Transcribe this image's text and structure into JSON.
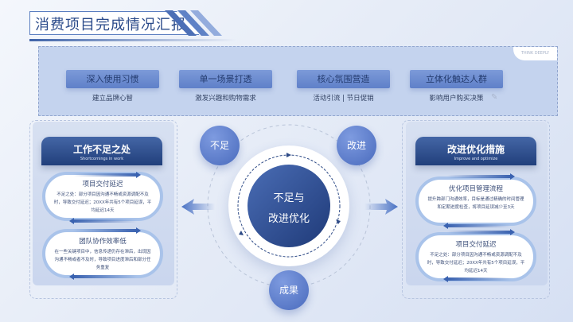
{
  "title": "消费项目完成情况汇报",
  "banner": {
    "tag": "THINK DEEPLY",
    "items": [
      {
        "label": "深入使用习惯",
        "sub": "建立品牌心智"
      },
      {
        "label": "单一场景打透",
        "sub": "激发兴趣和购物需求"
      },
      {
        "label": "核心氛围营造",
        "sub": "活动引流 | 节日促销"
      },
      {
        "label": "立体化触达人群",
        "sub": "影响用户购买决策"
      }
    ]
  },
  "left_panel": {
    "heading": "工作不足之处",
    "subheading": "Shortcomings in work",
    "cards": [
      {
        "title": "项目交付延迟",
        "desc": "不足之处：部分项目因沟通不畅或资源调配不及时，导致交付延迟；20XX年共有5个项目延误，平均延迟14天"
      },
      {
        "title": "团队协作效率低",
        "desc": "在一些关键项目中，信息传递仍存在滞后，出现因沟通不畅或者不及时，导致项目进度滞后和部分任务重复"
      }
    ]
  },
  "right_panel": {
    "heading": "改进优化措施",
    "subheading": "Improve and optimize",
    "cards": [
      {
        "title": "优化项目管理流程",
        "desc": "提升跨部门沟通效率，目标是通过精确的时间管理和定期进度检查，将项目延误减少至3天"
      },
      {
        "title": "项目交付延迟",
        "desc": "不足之处：部分项目因沟通不畅或资源调配不及时，导致交付延迟；20XX年共有5个项目延误，平均延迟14天"
      }
    ]
  },
  "center": {
    "line1": "不足与",
    "line2": "改进优化",
    "nodes": {
      "top_left": "不足",
      "top_right": "改进",
      "bottom": "成果"
    }
  },
  "colors": {
    "primary": "#2a4a8a",
    "accent": "#5f80c9",
    "banner_bg": "#c4d3ee"
  }
}
